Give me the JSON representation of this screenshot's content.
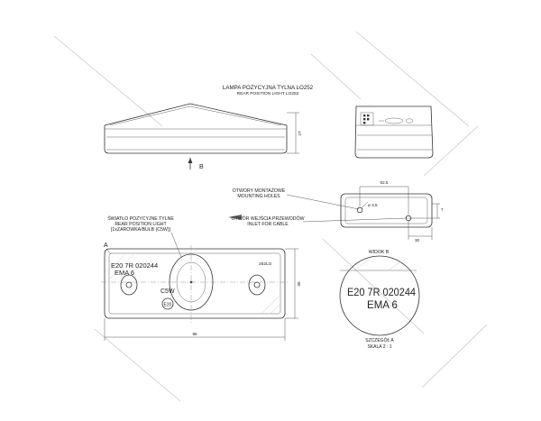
{
  "title": {
    "pl": "LAMPA POZYCYJNA TYLNA LO252",
    "en": "REAR POSITION LIGHT LO252"
  },
  "view_markers": {
    "arrow_b": "B",
    "section_a": "A"
  },
  "dimensions": {
    "side_height": "27",
    "top_width": "62.5",
    "top_hole_diameter": "ø 3.5",
    "top_offset_right": "7",
    "top_offset_bottom": "30",
    "front_height": "35",
    "front_width": "95"
  },
  "callouts": {
    "mounting_holes_pl": "OTWORY MONTAŻOWE",
    "mounting_holes_en": "MOUNTING HOLES",
    "wire_holes_pl": "OTWÓR WEJŚCIA PRZEWODÓW",
    "wire_holes_en": "INLET FOR CABLE",
    "function_pl": "ŚWIATŁO POZYCYJNE TYLNE",
    "function_en": "REAR POSITION LIGHT",
    "bulb_pl": "[1xZAROWKA/BULB (C5W)]"
  },
  "view_b_label": "WIDOK B",
  "lens_marking": {
    "line1": "E20 7R 020244",
    "line2": "EMA 6",
    "bulb": "C5W",
    "cert_circle": "E20",
    "side_mark": "252LO"
  },
  "detail": {
    "line1": "E20 7R 020244",
    "line2": "EMA 6",
    "label": "SZCZEGÓŁ A",
    "scale": "SKALA 2 : 1"
  }
}
